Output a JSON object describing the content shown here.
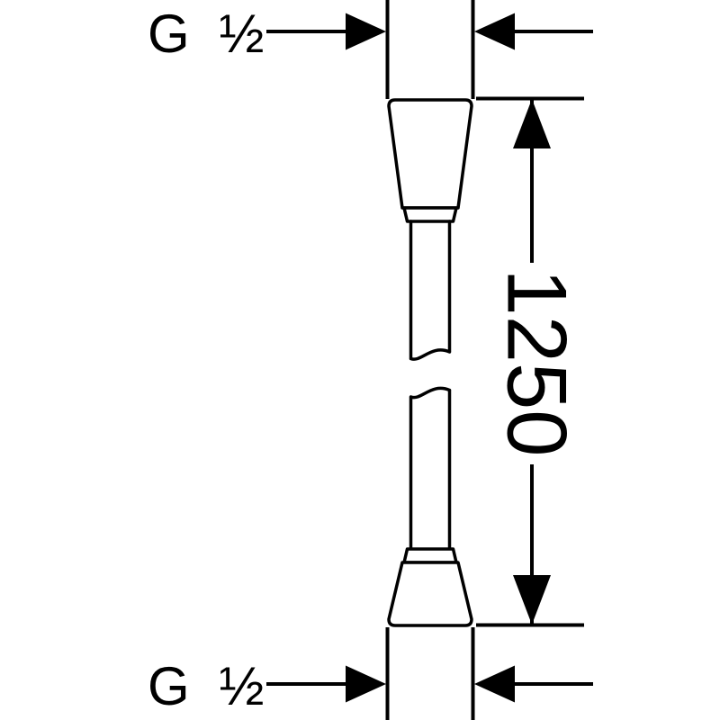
{
  "labels": {
    "top_thread": "G ½",
    "bottom_thread": "G ½",
    "length": "1250"
  },
  "colors": {
    "line": "#000000",
    "background": "#ffffff"
  }
}
